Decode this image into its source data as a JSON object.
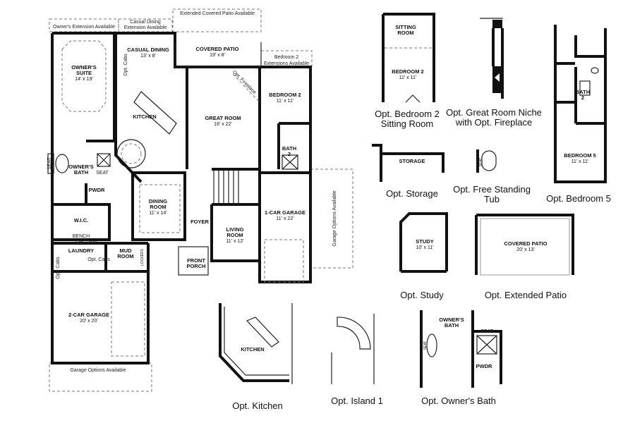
{
  "plan": {
    "notes": {
      "owners_extension": "Owner's Extension Available",
      "casual_dining_ext_1": "Casual Dining",
      "casual_dining_ext_2": "Extension Available",
      "extended_patio": "Extended Covered Patio Available",
      "bedroom2_ext_1": "Bedroom 2",
      "bedroom2_ext_2": "Extensions Available",
      "opt_fireplace": "Opt. Fireplace",
      "opt_cabs_kitchen": "Opt. Cabs",
      "garage_options_side": "Garage Options Available",
      "garage_options_bottom": "Garage Options Available",
      "opt_door": "Opt. Door",
      "opt_cabs_laundry": "Opt. Cabs",
      "opt_cabs_laundry2": "Opt. Cabs",
      "bench": "BENCH",
      "lockers": "LOCKERS",
      "seat": "SEAT",
      "seat2": "SEAT"
    },
    "rooms": {
      "owners_suite": {
        "name1": "OWNER'S",
        "name2": "SUITE",
        "dim": "14' x 19'"
      },
      "casual_dining": {
        "name": "CASUAL DINING",
        "dim": "13' x 8'"
      },
      "covered_patio": {
        "name": "COVERED PATIO",
        "dim": "19' x 8'"
      },
      "kitchen": {
        "name": "KITCHEN"
      },
      "great_room": {
        "name": "GREAT ROOM",
        "dim": "16' x 22'"
      },
      "bedroom2": {
        "name": "BEDROOM 2",
        "dim": "11' x 11'"
      },
      "bath2": {
        "name1": "BATH",
        "name2": "2"
      },
      "owners_bath": {
        "name1": "OWNER'S",
        "name2": "BATH"
      },
      "pwdr": {
        "name": "PWDR"
      },
      "wic": {
        "name": "W.I.C."
      },
      "dining_room": {
        "name1": "DINING",
        "name2": "ROOM",
        "dim": "11' x 14'"
      },
      "foyer": {
        "name": "FOYER"
      },
      "living_room": {
        "name1": "LIVING",
        "name2": "ROOM",
        "dim": "11' x 12'"
      },
      "one_car_garage": {
        "name": "1-CAR GARAGE",
        "dim": "11' x 22'"
      },
      "laundry": {
        "name": "LAUNDRY"
      },
      "mud_room": {
        "name1": "MUD",
        "name2": "ROOM"
      },
      "front_porch": {
        "name1": "FRONT",
        "name2": "PORCH"
      },
      "two_car_garage": {
        "name": "2-CAR GARAGE",
        "dim": "20' x 20'"
      }
    }
  },
  "options": {
    "bedroom2_sitting": {
      "caption1": "Opt. Bedroom 2",
      "caption2": "Sitting Room",
      "sitting1": "SITTING",
      "sitting2": "ROOM",
      "bed": "BEDROOM 2",
      "dim": "11' x 11'"
    },
    "great_room_niche": {
      "caption1": "Opt. Great Room Niche",
      "caption2": "with Opt. Fireplace"
    },
    "bedroom5": {
      "caption": "Opt. Bedroom 5",
      "bed": "BEDROOM 5",
      "dim": "11' x 11'",
      "bath1": "BATH",
      "bath2": "2"
    },
    "storage": {
      "caption": "Opt. Storage",
      "label": "STORAGE"
    },
    "tub": {
      "caption1": "Opt. Free Standing",
      "caption2": "Tub",
      "seat": "SEAT"
    },
    "study": {
      "caption": "Opt. Study",
      "label": "STUDY",
      "dim": "10' x 11'"
    },
    "extended_patio": {
      "caption": "Opt. Extended Patio",
      "label": "COVERED PATIO",
      "dim": "20' x 13'"
    },
    "kitchen": {
      "caption": "Opt. Kitchen",
      "label": "KITCHEN"
    },
    "island1": {
      "caption": "Opt. Island 1"
    },
    "owners_bath": {
      "caption": "Opt. Owner's Bath",
      "label1": "OWNER'S",
      "label2": "BATH",
      "pwdr": "PWDR",
      "seat": "SEAT",
      "seat2": "SEAT"
    }
  }
}
